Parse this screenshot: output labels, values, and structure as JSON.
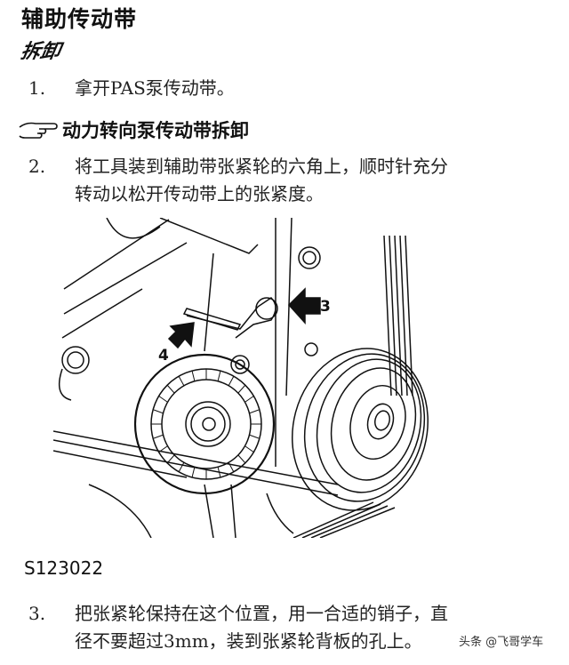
{
  "document": {
    "title": "辅助传动带",
    "subtitle": "拆卸",
    "steps": [
      {
        "number": "1.",
        "lines": [
          "拿开PAS泵传动带。"
        ]
      },
      {
        "number": "2.",
        "lines": [
          "将工具装到辅助带张紧轮的六角上，顺时针充分",
          "转动以松开传动带上的张紧度。"
        ]
      },
      {
        "number": "3.",
        "lines": [
          "把张紧轮保持在这个位置，用一合适的销子，直",
          "径不要超过3mm，装到张紧轮背板的孔上。"
        ]
      }
    ],
    "section_heading": {
      "icon": "pointing-hand-icon",
      "text": "动力转向泵传动带拆卸"
    },
    "figure": {
      "callouts": [
        {
          "label": "3",
          "icon": "arrow-left-icon"
        },
        {
          "label": "4",
          "icon": "arrow-down-right-icon"
        }
      ],
      "code": "S123022"
    }
  },
  "watermark": "头条 @飞哥学车"
}
